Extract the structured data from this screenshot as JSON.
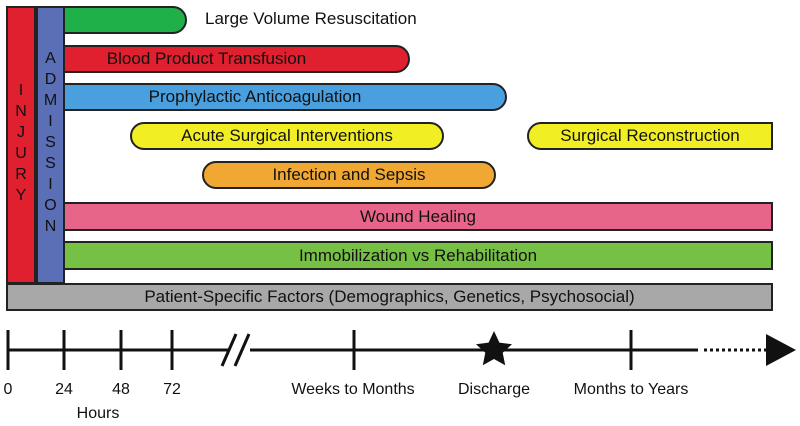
{
  "vertical_bars": {
    "injury": {
      "letters": [
        "I",
        "N",
        "J",
        "U",
        "R",
        "Y"
      ],
      "color": "#e0202e"
    },
    "admission": {
      "letters": [
        "A",
        "D",
        "M",
        "I",
        "S",
        "S",
        "I",
        "O",
        "N"
      ],
      "color": "#5a6fb5"
    }
  },
  "bars": {
    "large_volume": {
      "label": "Large Volume Resuscitation",
      "color": "#1fb04a"
    },
    "blood_product": {
      "label": "Blood Product Transfusion",
      "color": "#e0202e"
    },
    "prophylactic": {
      "label": "Prophylactic Anticoagulation",
      "color": "#4a9fde"
    },
    "acute_surgical": {
      "label": "Acute Surgical Interventions",
      "color": "#f2ee24"
    },
    "surgical_reconstruction": {
      "label": "Surgical Reconstruction",
      "color": "#f2ee24"
    },
    "infection": {
      "label": "Infection and Sepsis",
      "color": "#f0a833"
    },
    "wound_healing": {
      "label": "Wound Healing",
      "color": "#e8658a"
    },
    "immobilization": {
      "label": "Immobilization vs Rehabilitation",
      "color": "#76c043"
    },
    "patient_factors": {
      "label": "Patient-Specific Factors (Demographics, Genetics, Psychosocial)",
      "color": "#a8a8a8"
    }
  },
  "timeline": {
    "ticks": [
      "0",
      "24",
      "48",
      "72"
    ],
    "hours_label": "Hours",
    "weeks_label": "Weeks to Months",
    "discharge_label": "Discharge",
    "years_label": "Months to Years"
  }
}
